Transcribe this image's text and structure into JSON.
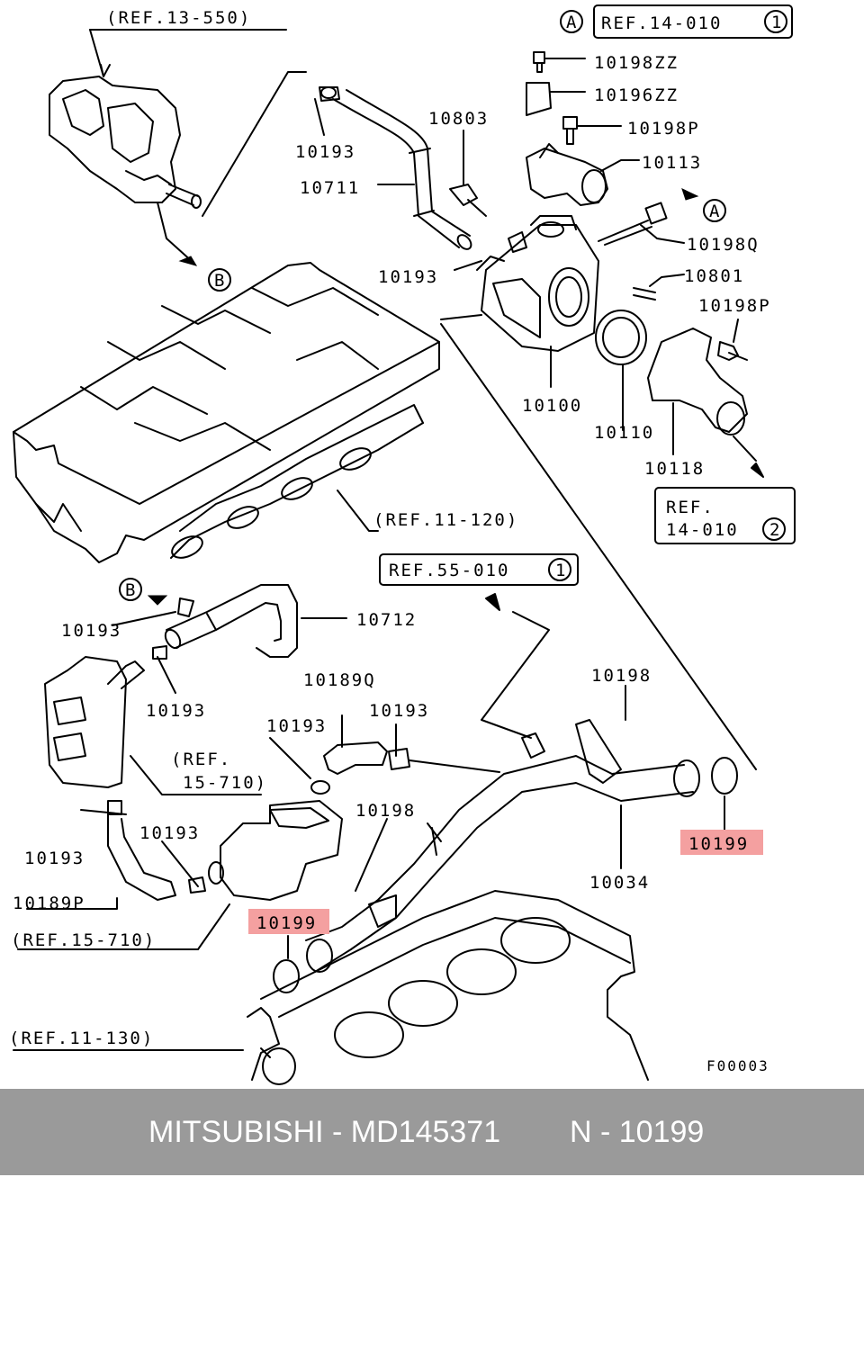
{
  "diagram": {
    "refs": {
      "ref_13_550": "(REF.13-550)",
      "ref_14_010_1": "REF.14-010",
      "ref_14_010_1_num": "1",
      "ref_11_120": "(REF.11-120)",
      "ref_55_010": "REF.55-010",
      "ref_55_010_num": "1",
      "ref_14_010_2_line1": "REF.",
      "ref_14_010_2_line2": "14-010",
      "ref_14_010_2_num": "2",
      "ref_15_710_a_line1": "(REF.",
      "ref_15_710_a_line2": "15-710)",
      "ref_15_710_b": "(REF.15-710)",
      "ref_11_130": "(REF.11-130)"
    },
    "markers": {
      "a": "A",
      "b": "B"
    },
    "parts": {
      "p10198ZZ": "10198ZZ",
      "p10196ZZ": "10196ZZ",
      "p10198P_top": "10198P",
      "p10113": "10113",
      "p10198Q": "10198Q",
      "p10801": "10801",
      "p10198P_mid": "10198P",
      "p10803": "10803",
      "p10711": "10711",
      "p10193_a": "10193",
      "p10193_b": "10193",
      "p10100": "10100",
      "p10110": "10110",
      "p10118": "10118",
      "p10712": "10712",
      "p10193_c": "10193",
      "p10193_d": "10193",
      "p10189Q": "10189Q",
      "p10193_e": "10193",
      "p10193_f": "10193",
      "p10198_a": "10198",
      "p10199_right": "10199",
      "p10034": "10034",
      "p10198_b": "10198",
      "p10193_g": "10193",
      "p10193_h": "10193",
      "p10189P": "10189P",
      "p10199_left": "10199"
    },
    "figure_code": "F00003",
    "highlight_color": "#f4a0a0"
  },
  "footer": {
    "brand_part": "MITSUBISHI - MD145371",
    "callout": "N - 10199"
  }
}
